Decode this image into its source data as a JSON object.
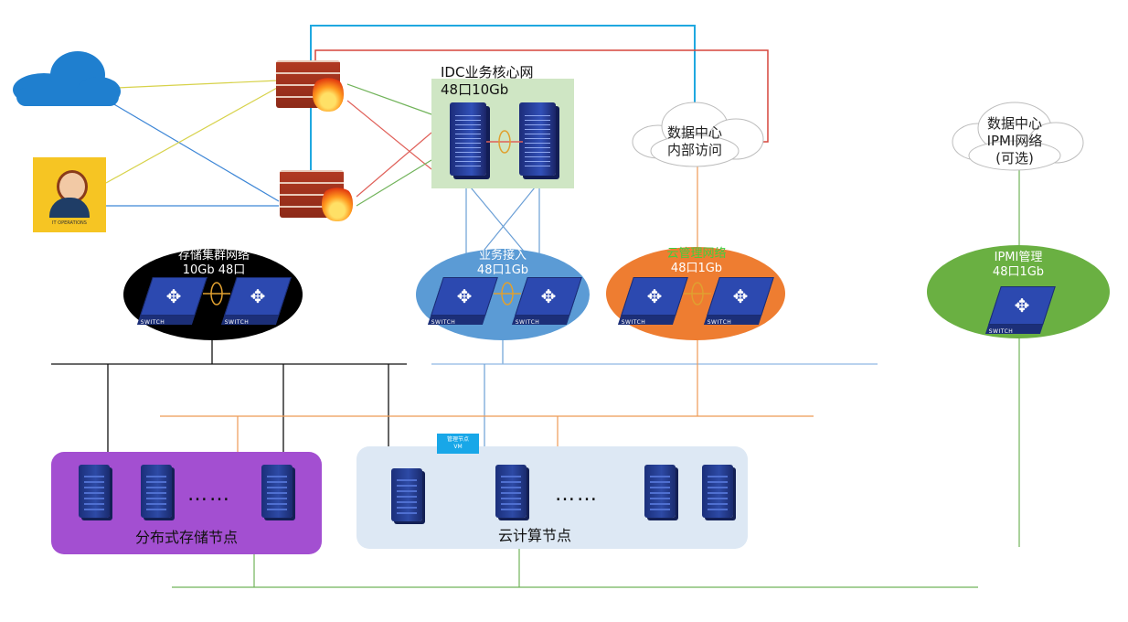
{
  "diagram": {
    "core_label": "IDC业务核心网\n48口10Gb",
    "internal_cloud_label": "数据中心\n内部访问",
    "ipmi_cloud_label": "数据中心\nIPMI网络\n(可选)",
    "storage_net_label": "存储集群网络\n10Gb 48口",
    "biz_access_label": "业务接入\n48口1Gb",
    "cloud_mgmt_label": "云管理网络\n48口1Gb",
    "ipmi_mgmt_label": "IPMI管理\n48口1Gb",
    "storage_nodes_label": "分布式存储节点",
    "compute_nodes_label": "云计算节点",
    "mgmt_node_tag": "管理节点\nVM",
    "ellipsis": "……",
    "switch_text": "SWITCH",
    "operator_caption": "IT OPERATIONS"
  },
  "colors": {
    "line_blue": "#3d86d6",
    "line_yellow": "#d7d24a",
    "line_green": "#71b35a",
    "line_red": "#e0615a",
    "line_orange": "#ee9a55",
    "core_zone": "#cfe6c4",
    "storage_ellipse": "#000000",
    "biz_ellipse": "#5b9bd5",
    "mgmt_ellipse": "#ee7d31",
    "ipmi_ellipse": "#6ab042",
    "storage_zone": "#a34fd1",
    "compute_zone": "#dde8f4",
    "cloud_icon": "#1f7fcf",
    "mgmt_label_green": "#3fcf3f"
  }
}
